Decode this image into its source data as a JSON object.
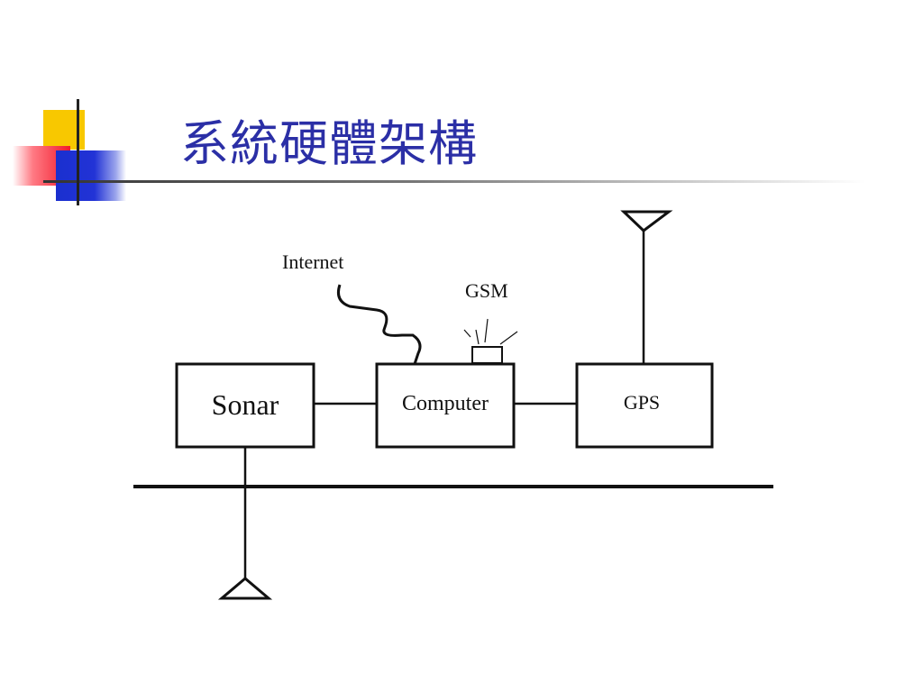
{
  "slide": {
    "title": "系統硬體架構"
  },
  "diagram": {
    "boxes": {
      "sonar": "Sonar",
      "computer": "Computer",
      "gps": "GPS"
    },
    "labels": {
      "internet": "Internet",
      "gsm": "GSM"
    }
  }
}
